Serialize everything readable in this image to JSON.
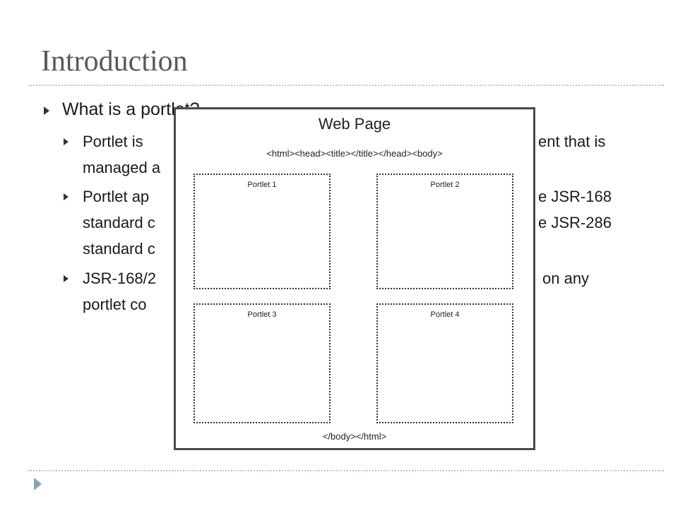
{
  "slide": {
    "title": "Introduction",
    "bullets": {
      "level1": "What is a portlet?",
      "items": [
        {
          "line1_left": "Portlet is",
          "line1_right": "ent that is",
          "line2_left": "managed a"
        },
        {
          "line1_left": "Portlet ap",
          "line1_right": "e JSR-168",
          "line2_left": "standard c",
          "line2_right": "e JSR-286",
          "line3_left": "standard c"
        },
        {
          "line1_left": "JSR-168/2",
          "line1_right": "on any",
          "line2_left": "portlet co"
        }
      ]
    }
  },
  "figure": {
    "title": "Web Page",
    "head_markup": "<html><head><title></title></head><body>",
    "foot_markup": "</body></html>",
    "portlets": [
      "Portlet 1",
      "Portlet 2",
      "Portlet 3",
      "Portlet 4"
    ]
  },
  "icons": {
    "bullet": "triangle-right-icon",
    "footer": "triangle-right-icon"
  },
  "colors": {
    "title": "#5a5a5a",
    "rule": "#b8c4cc",
    "footer_arrow": "#8aa0ae"
  }
}
